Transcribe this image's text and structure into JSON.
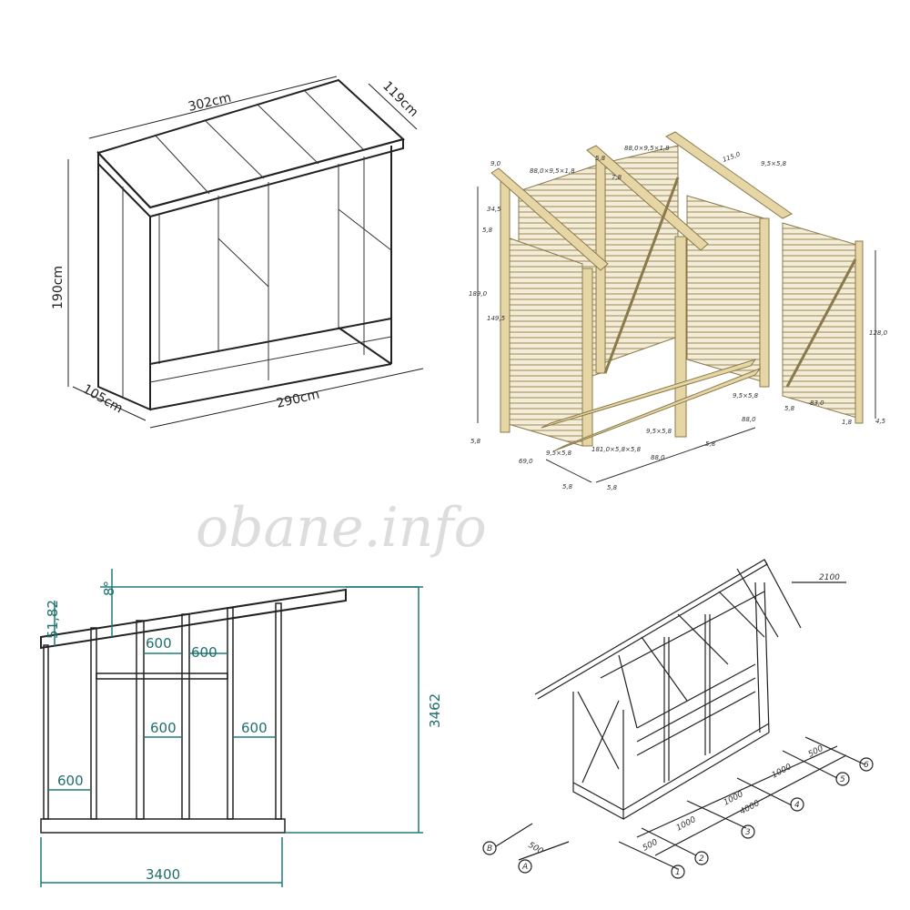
{
  "watermark": "obane.info",
  "drawing_shed_outline": {
    "dims": {
      "length_top": "302cm",
      "depth_top": "119cm",
      "height": "190cm",
      "depth_bottom": "105cm",
      "length_bottom": "290cm"
    }
  },
  "drawing_slatted_shed": {
    "labels": [
      "88,0×9,5×1,8",
      "88,0×9,5×1,8",
      "9,0",
      "5,8",
      "7,8",
      "115,0",
      "9,5×5,8",
      "34,5",
      "5,8",
      "189,0",
      "149,5",
      "128,0",
      "9,5×5,8",
      "5,8",
      "83,0",
      "1,8",
      "4,5",
      "88,0",
      "9,5×5,8",
      "5,8",
      "181,0×5,8×5,8",
      "88,0",
      "9,5×5,8",
      "69,0",
      "5,8",
      "5,8",
      "5,8"
    ]
  },
  "drawing_frame_elevation": {
    "dims": {
      "overhang": "51,82",
      "angle": "8°",
      "spacing_1": "600",
      "spacing_2": "600",
      "spacing_3": "600",
      "spacing_4": "600",
      "spacing_5": "600",
      "height": "3462",
      "width": "3400"
    },
    "color": "#1f7b78"
  },
  "drawing_isometric_frame": {
    "dims": {
      "height": "2100",
      "seg_1": "500",
      "seg_2": "1000",
      "seg_3": "1000",
      "seg_4": "1000",
      "seg_5": "500",
      "total": "4000",
      "depth": "500"
    },
    "axes": [
      "1",
      "2",
      "3",
      "4",
      "5",
      "6",
      "A",
      "B"
    ]
  }
}
